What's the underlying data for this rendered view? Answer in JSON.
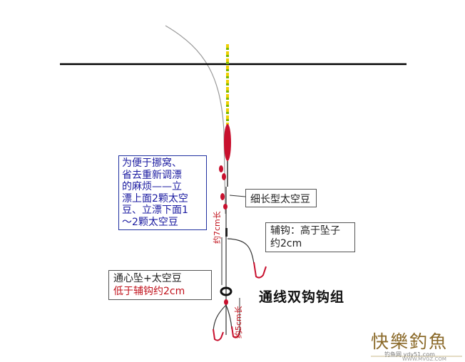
{
  "note": {
    "lines": [
      "为便于挪窝、",
      "省去重新调漂",
      "的麻烦——立",
      "漂上面2颗太空",
      "豆、立漂下面1",
      "～2颗太空豆"
    ]
  },
  "labels": {
    "float_bean": "细长型太空豆",
    "aux_hook_line1": "辅钩：高于坠子",
    "aux_hook_line2": "约2cm",
    "center_sinker_line1": "通心坠+太空豆",
    "center_sinker_line2": "低于辅钩约2cm",
    "rig_title": "通线双钩钩组"
  },
  "dimensions": {
    "upper": "约7cm长",
    "lower": "约5cm长"
  },
  "watermark": {
    "title": "快樂釣魚",
    "url1": "钓鱼网 ydy51.com",
    "url2": "WWW.MVGZ.COM"
  },
  "colors": {
    "line": "#333333",
    "float_red": "#c8102e",
    "note_text": "#1a1aa0",
    "highlight_red": "#c0101a",
    "float_stripe_green": "#7ab800",
    "float_stripe_yellow": "#f0d000"
  }
}
